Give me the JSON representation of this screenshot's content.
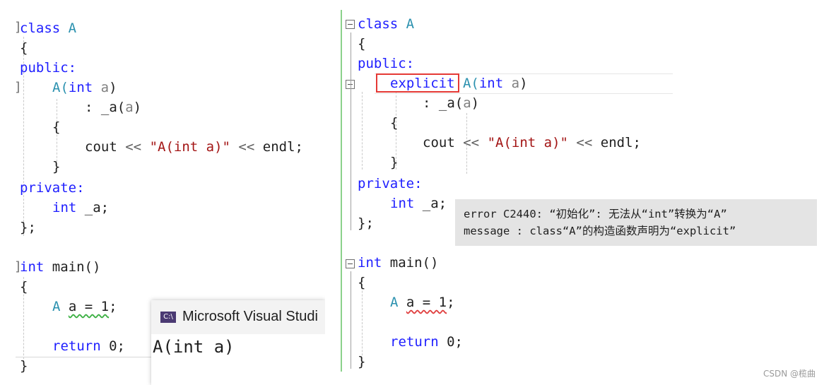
{
  "left_code": {
    "l1_kw": "class",
    "l1_name": "A",
    "l2": "{",
    "l3": "public:",
    "l4_ctor": "A(",
    "l4_type": "int",
    "l4_param": "a",
    "l4_close": ")",
    "l5_init": ": _a(",
    "l5_param": "a",
    "l5_close": ")",
    "l6": "{",
    "l7_cout": "cout",
    "l7_op1": "<<",
    "l7_str": "\"A(int a)\"",
    "l7_op2": "<<",
    "l7_endl": "endl;",
    "l8": "}",
    "l9": "private:",
    "l10_type": "int",
    "l10_name": "_a;",
    "l11": "};",
    "l12_type": "int",
    "l12_name": "main()",
    "l13": "{",
    "l14_type": "A",
    "l14_expr": "a = 1",
    "l14_semi": ";",
    "l15_kw": "return",
    "l15_rest": "0;",
    "l16": "}"
  },
  "right_code": {
    "l1_kw": "class",
    "l1_name": "A",
    "l2": "{",
    "l3": "public:",
    "l4_explicit": "explicit",
    "l4_ctor": "A(",
    "l4_type": "int",
    "l4_param": "a",
    "l4_close": ")",
    "l5_init": ": _a(",
    "l5_param": "a",
    "l5_close": ")",
    "l6": "{",
    "l7_cout": "cout",
    "l7_op1": "<<",
    "l7_str": "\"A(int a)\"",
    "l7_op2": "<<",
    "l7_endl": "endl;",
    "l8": "}",
    "l9": "private:",
    "l10_type": "int",
    "l10_name": "_a;",
    "l11": "};",
    "l12_type": "int",
    "l12_name": "main()",
    "l13": "{",
    "l14_type": "A",
    "l14_expr": "a = 1",
    "l14_semi": ";",
    "l15_kw": "return",
    "l15_rest": "0;",
    "l16": "}"
  },
  "error_tooltip": {
    "line1": "error C2440: “初始化”: 无法从“int”转换为“A”",
    "line2": "message : class“A”的构造函数声明为“explicit”"
  },
  "console": {
    "icon_text": "C:\\",
    "title": "Microsoft Visual Studi",
    "output": "A(int a)"
  },
  "watermark": "CSDN @榄曲",
  "colors": {
    "keyword": "#1e1eff",
    "type": "#2b91af",
    "string": "#a31515",
    "error_box": "#e53935",
    "tooltip_bg": "#e4e4e4",
    "gutter_change": "#8bd18b"
  }
}
